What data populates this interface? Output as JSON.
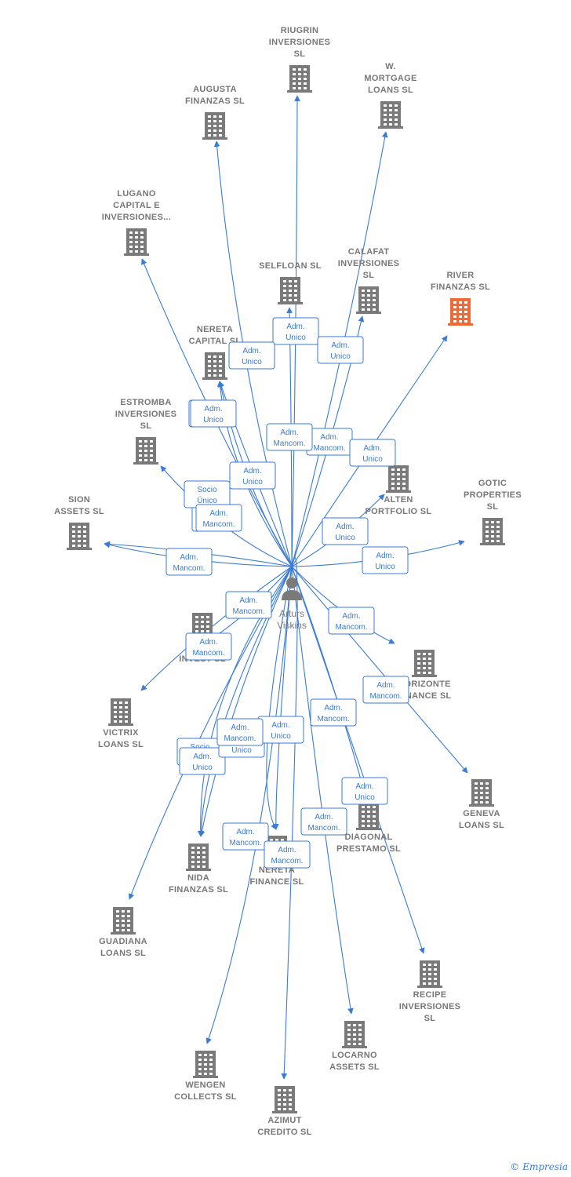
{
  "colors": {
    "edge": "#3a7bd5",
    "company": "#7a7a7a",
    "highlight": "#f06a35",
    "label": "#777777"
  },
  "center": {
    "name": [
      "Arturs",
      "Viskins"
    ],
    "icon": "person-icon"
  },
  "companies": [
    {
      "id": "riugrin",
      "label": [
        "RIUGRIN",
        "INVERSIONES",
        "SL"
      ]
    },
    {
      "id": "augusta",
      "label": [
        "AUGUSTA",
        "FINANZAS  SL"
      ]
    },
    {
      "id": "w_mortgage",
      "label": [
        "W.",
        "MORTGAGE",
        "LOANS  SL"
      ]
    },
    {
      "id": "lugano",
      "label": [
        "LUGANO",
        "CAPITAL E",
        "INVERSIONES..."
      ]
    },
    {
      "id": "selfloan",
      "label": [
        "SELFLOAN  SL"
      ]
    },
    {
      "id": "calafat",
      "label": [
        "CALAFAT",
        "INVERSIONES",
        "SL"
      ]
    },
    {
      "id": "river",
      "label": [
        "RIVER",
        "FINANZAS  SL"
      ],
      "highlight": true
    },
    {
      "id": "nereta_capital",
      "label": [
        "NERETA",
        "CAPITAL  SL"
      ]
    },
    {
      "id": "estromba",
      "label": [
        "ESTROMBA",
        "INVERSIONES",
        "SL"
      ]
    },
    {
      "id": "alten",
      "label": [
        "ALTEN",
        "PORTFOLIO  SL"
      ]
    },
    {
      "id": "gotic",
      "label": [
        "GOTIC",
        "PROPERTIES",
        "SL"
      ]
    },
    {
      "id": "sion",
      "label": [
        "SION",
        "ASSETS  SL"
      ]
    },
    {
      "id": "m_invest",
      "label": [
        "M...",
        "INVEST SL"
      ]
    },
    {
      "id": "horizonte",
      "label": [
        "HORIZONTE",
        "FINANCE  SL"
      ]
    },
    {
      "id": "victrix",
      "label": [
        "VICTRIX",
        "LOANS  SL"
      ]
    },
    {
      "id": "geneva",
      "label": [
        "GENEVA",
        "LOANS  SL"
      ]
    },
    {
      "id": "diagonal",
      "label": [
        "DIAGONAL",
        "PRESTAMO  SL"
      ]
    },
    {
      "id": "nida",
      "label": [
        "NIDA",
        "FINANZAS  SL"
      ]
    },
    {
      "id": "nereta_finance",
      "label": [
        "NERETA",
        "FINANCE SL"
      ]
    },
    {
      "id": "guadiana",
      "label": [
        "GUADIANA",
        "LOANS  SL"
      ]
    },
    {
      "id": "recipe",
      "label": [
        "RECIPE",
        "INVERSIONES",
        "SL"
      ]
    },
    {
      "id": "locarno",
      "label": [
        "LOCARNO",
        "ASSETS  SL"
      ]
    },
    {
      "id": "wengen",
      "label": [
        "WENGEN",
        "COLLECTS  SL"
      ]
    },
    {
      "id": "azimut",
      "label": [
        "AZIMUT",
        "CREDITO  SL"
      ]
    }
  ],
  "relations": [
    {
      "to": "riugrin",
      "label": [
        "Adm.",
        "Unico"
      ]
    },
    {
      "to": "augusta",
      "label": [
        "Adm.",
        "Mancom."
      ]
    },
    {
      "to": "w_mortgage",
      "label": [
        "Adm.",
        "Mancom."
      ]
    },
    {
      "to": "lugano",
      "label": [
        "Adm.",
        "Mancom."
      ]
    },
    {
      "to": "selfloan",
      "label": [
        "Adm.",
        "Unico"
      ]
    },
    {
      "to": "calafat",
      "label": [
        "Adm.",
        "Unico"
      ]
    },
    {
      "to": "river",
      "label": [
        "Adm.",
        "Unico"
      ]
    },
    {
      "to": "nereta_capital",
      "label": [
        "Adm.",
        "Unico"
      ]
    },
    {
      "to": "nereta_capital",
      "label": [
        "Adm.",
        "Unico"
      ]
    },
    {
      "to": "nereta_capital",
      "label": [
        "Adm.",
        "Unico"
      ]
    },
    {
      "to": "estromba",
      "label": [
        "Socio",
        "Único"
      ]
    },
    {
      "to": "alten",
      "label": [
        "Adm.",
        "Unico"
      ]
    },
    {
      "to": "gotic",
      "label": [
        "Adm.",
        "Unico"
      ]
    },
    {
      "to": "sion",
      "label": [
        "Adm.",
        "Mancom."
      ]
    },
    {
      "to": "m_invest",
      "label": [
        "Adm.",
        "Mancom."
      ]
    },
    {
      "to": "horizonte",
      "label": [
        "Adm.",
        "Mancom."
      ]
    },
    {
      "to": "victrix",
      "label": [
        "Adm.",
        "Mancom."
      ]
    },
    {
      "to": "geneva",
      "label": [
        "Adm.",
        "Mancom."
      ]
    },
    {
      "to": "diagonal",
      "label": [
        "Adm.",
        "Mancom."
      ]
    },
    {
      "to": "nida",
      "label": [
        "Socio",
        "Único"
      ]
    },
    {
      "to": "nida",
      "label": [
        "Adm.",
        "Unico"
      ]
    },
    {
      "to": "nida",
      "label": [
        "Adm.",
        "Unico"
      ]
    },
    {
      "to": "nereta_finance",
      "label": [
        "Adm.",
        "Mancom."
      ]
    },
    {
      "to": "nereta_finance",
      "label": [
        "Adm.",
        "Unico"
      ]
    },
    {
      "to": "guadiana",
      "label": [
        "Adm.",
        "Mancom."
      ]
    },
    {
      "to": "recipe",
      "label": [
        "Adm.",
        "Unico"
      ]
    },
    {
      "to": "locarno",
      "label": [
        "Adm.",
        "Mancom."
      ]
    },
    {
      "to": "wengen",
      "label": [
        "Adm.",
        "Mancom."
      ]
    },
    {
      "to": "azimut",
      "label": [
        "Adm.",
        "Mancom."
      ]
    },
    {
      "to": "sion",
      "label": [
        "Adm.",
        "Mancom."
      ]
    }
  ],
  "footer": {
    "copyright": "©",
    "brand": "Empresia"
  }
}
